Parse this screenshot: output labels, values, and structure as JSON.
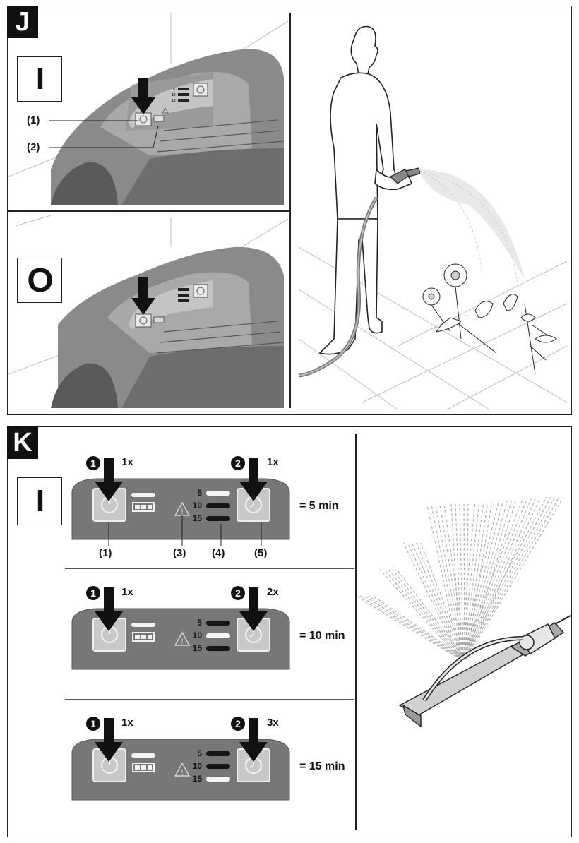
{
  "panel_j": {
    "tag": "J",
    "on_symbol": "I",
    "off_symbol": "O",
    "callouts": [
      "(1)",
      "(2)"
    ],
    "led_labels": [
      "5",
      "10",
      "15"
    ]
  },
  "panel_k": {
    "tag": "K",
    "mode_symbol": "I",
    "step_one": "1",
    "step_two": "2",
    "callouts": [
      "(1)",
      "(3)",
      "(4)",
      "(5)"
    ],
    "rows": [
      {
        "press_one": "1x",
        "press_two": "1x",
        "duration": "= 5 min",
        "leds": [
          "5",
          "10",
          "15"
        ],
        "lit": [
          true,
          false,
          false
        ]
      },
      {
        "press_one": "1x",
        "press_two": "2x",
        "duration": "= 10 min",
        "leds": [
          "5",
          "10",
          "15"
        ],
        "lit": [
          false,
          true,
          false
        ]
      },
      {
        "press_one": "1x",
        "press_two": "3x",
        "duration": "= 15 min",
        "leds": [
          "5",
          "10",
          "15"
        ],
        "lit": [
          false,
          false,
          true
        ]
      }
    ]
  },
  "icons": [
    "power-icon",
    "timer-icon",
    "battery-icon",
    "warning-icon",
    "arrow-down-icon",
    "person-watering-illustration",
    "sprinkler-illustration"
  ]
}
